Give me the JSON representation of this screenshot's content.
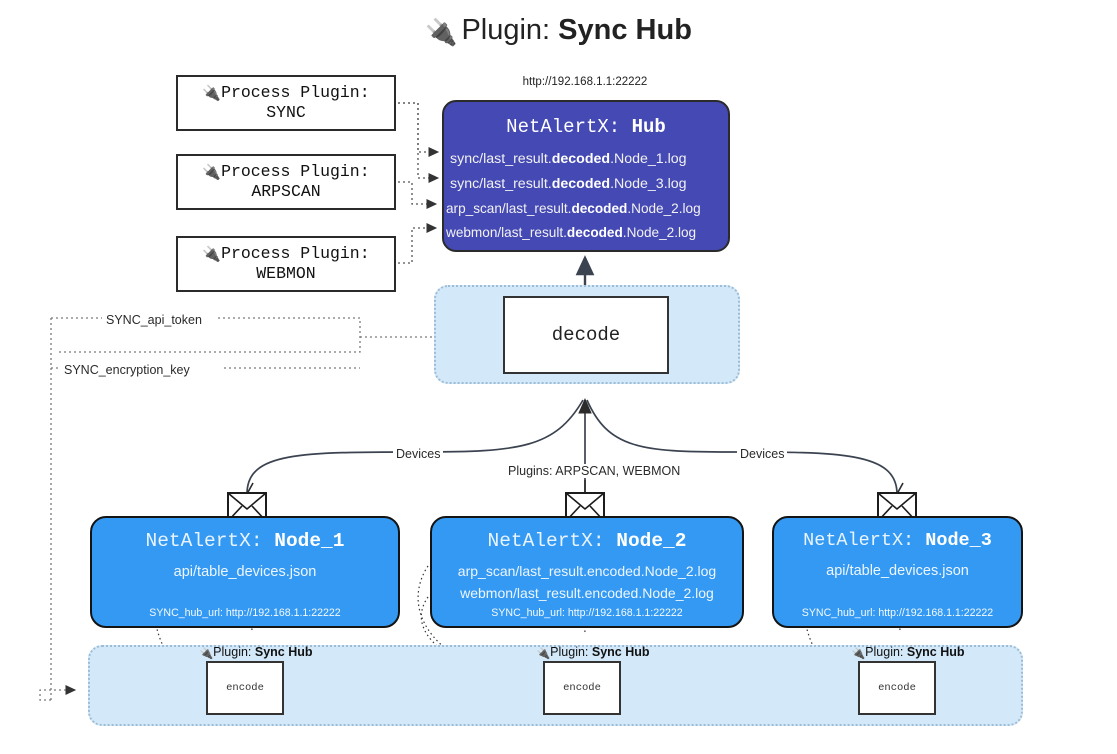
{
  "header": {
    "plug_icon": "🔌",
    "prefix": "Plugin: ",
    "title": "Sync Hub"
  },
  "hub": {
    "url": "http://192.168.1.1:22222",
    "title_prefix": "NetAlertX: ",
    "title_name": "Hub",
    "log_lines": [
      {
        "pre": "sync/last_result.",
        "mid": "decoded",
        "post": ".Node_1.log"
      },
      {
        "pre": "sync/last_result.",
        "mid": "decoded",
        "post": ".Node_3.log"
      },
      {
        "pre": "arp_scan/last_result.",
        "mid": "decoded",
        "post": ".Node_2.log"
      },
      {
        "pre": "webmon/last_result.",
        "mid": "decoded",
        "post": ".Node_2.log"
      }
    ]
  },
  "process_plugins": [
    {
      "label": "Process Plugin:",
      "name": "SYNC",
      "icon": "🔌"
    },
    {
      "label": "Process Plugin:",
      "name": "ARPSCAN",
      "icon": "🔌"
    },
    {
      "label": "Process Plugin:",
      "name": "WEBMON",
      "icon": "🔌"
    }
  ],
  "decode": {
    "label": "decode"
  },
  "secrets": [
    {
      "label": "SYNC_api_token"
    },
    {
      "label": "SYNC_encryption_key"
    }
  ],
  "edge_labels": {
    "devices_left": "Devices",
    "devices_right": "Devices",
    "plugins_center": "Plugins: ARPSCAN, WEBMON"
  },
  "nodes": [
    {
      "title_prefix": "NetAlertX: ",
      "title_name": "Node_1",
      "lines": [
        "api/table_devices.json"
      ],
      "footer": "SYNC_hub_url: http://192.168.1.1:22222",
      "envelope_icon": "envelope"
    },
    {
      "title_prefix": "NetAlertX: ",
      "title_name": "Node_2",
      "lines": [
        "arp_scan/last_result.encoded.Node_2.log",
        "webmon/last_result.encoded.Node_2.log"
      ],
      "footer": "SYNC_hub_url: http://192.168.1.1:22222",
      "envelope_icon": "envelope"
    },
    {
      "title_prefix": "NetAlertX: ",
      "title_name": "Node_3",
      "lines": [
        "api/table_devices.json"
      ],
      "footer": "SYNC_hub_url: http://192.168.1.1:22222",
      "envelope_icon": "envelope"
    }
  ],
  "encoders": [
    {
      "plugin_prefix": "Plugin: ",
      "plugin_name": "Sync Hub",
      "icon": "🔌",
      "label": "encode"
    },
    {
      "plugin_prefix": "Plugin: ",
      "plugin_name": "Sync Hub",
      "icon": "🔌",
      "label": "encode"
    },
    {
      "plugin_prefix": "Plugin: ",
      "plugin_name": "Sync Hub",
      "icon": "🔌",
      "label": "encode"
    }
  ],
  "colors": {
    "hub_fill": "#4549b4",
    "node_fill": "#3399f3",
    "container_fill": "#d3e8f8",
    "container_border": "#9dbdd6",
    "stroke": "#333333"
  }
}
